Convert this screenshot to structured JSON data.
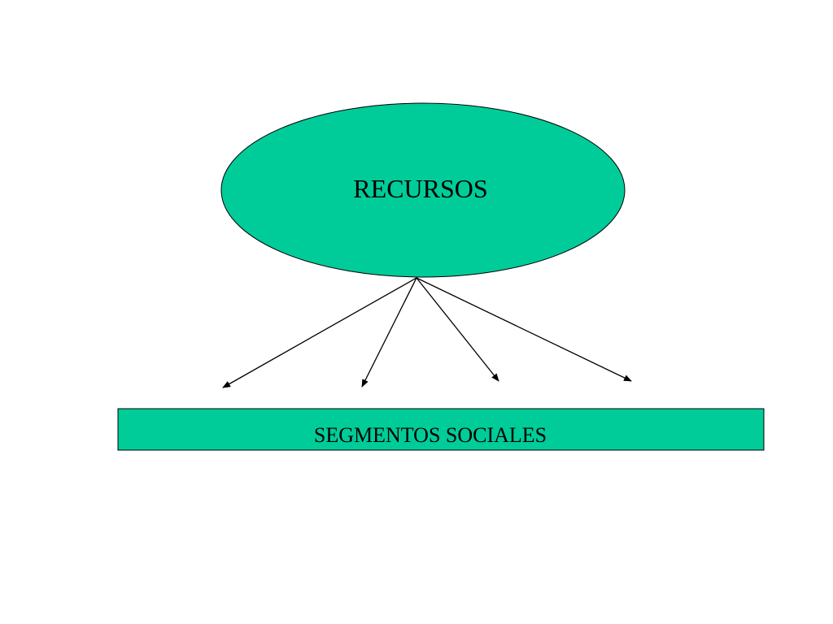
{
  "diagram": {
    "source_node": {
      "label": "RECURSOS"
    },
    "target_node": {
      "label": "SEGMENTOS SOCIALES"
    },
    "edges": 4,
    "colors": {
      "fill": "#00cc99",
      "stroke": "#000000",
      "background": "#ffffff"
    }
  }
}
